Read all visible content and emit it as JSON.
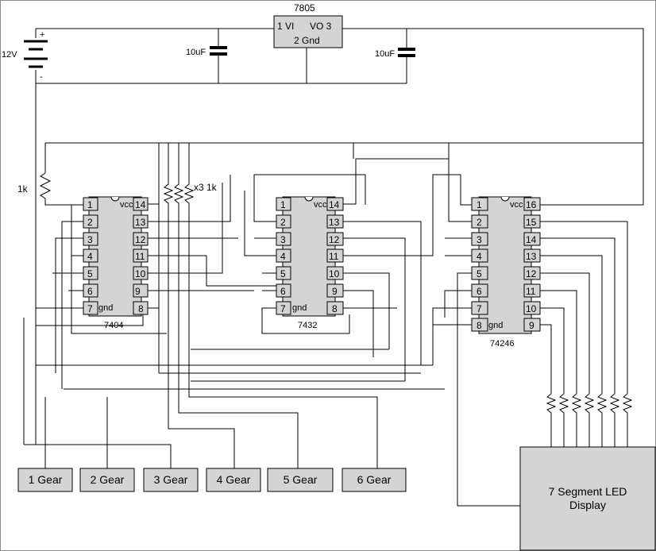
{
  "regulator": {
    "name": "7805",
    "pin1": "1 VI",
    "pin3": "VO 3",
    "pin2": "2 Gnd"
  },
  "battery": {
    "voltage": "12V",
    "plus": "+",
    "minus": "-"
  },
  "capacitors": [
    "10uF",
    "10uF"
  ],
  "resistors": {
    "pullup": "1k",
    "array": "x3 1k"
  },
  "chips": [
    {
      "name": "7404",
      "vcc": "vcc",
      "gnd": "gnd",
      "left_pins": [
        "1",
        "2",
        "3",
        "4",
        "5",
        "6",
        "7"
      ],
      "right_pins": [
        "14",
        "13",
        "12",
        "11",
        "10",
        "9",
        "8"
      ]
    },
    {
      "name": "7432",
      "vcc": "vcc",
      "gnd": "gnd",
      "left_pins": [
        "1",
        "2",
        "3",
        "4",
        "5",
        "6",
        "7"
      ],
      "right_pins": [
        "14",
        "13",
        "12",
        "11",
        "10",
        "9",
        "8"
      ]
    },
    {
      "name": "74246",
      "vcc": "vcc",
      "gnd": "gnd",
      "left_pins": [
        "1",
        "2",
        "3",
        "4",
        "5",
        "6",
        "7",
        "8"
      ],
      "right_pins": [
        "16",
        "15",
        "14",
        "13",
        "12",
        "11",
        "10",
        "9"
      ]
    }
  ],
  "gears": [
    "1 Gear",
    "2 Gear",
    "3 Gear",
    "4 Gear",
    "5 Gear",
    "6 Gear"
  ],
  "display": {
    "line1": "7 Segment LED",
    "line2": "Display"
  }
}
